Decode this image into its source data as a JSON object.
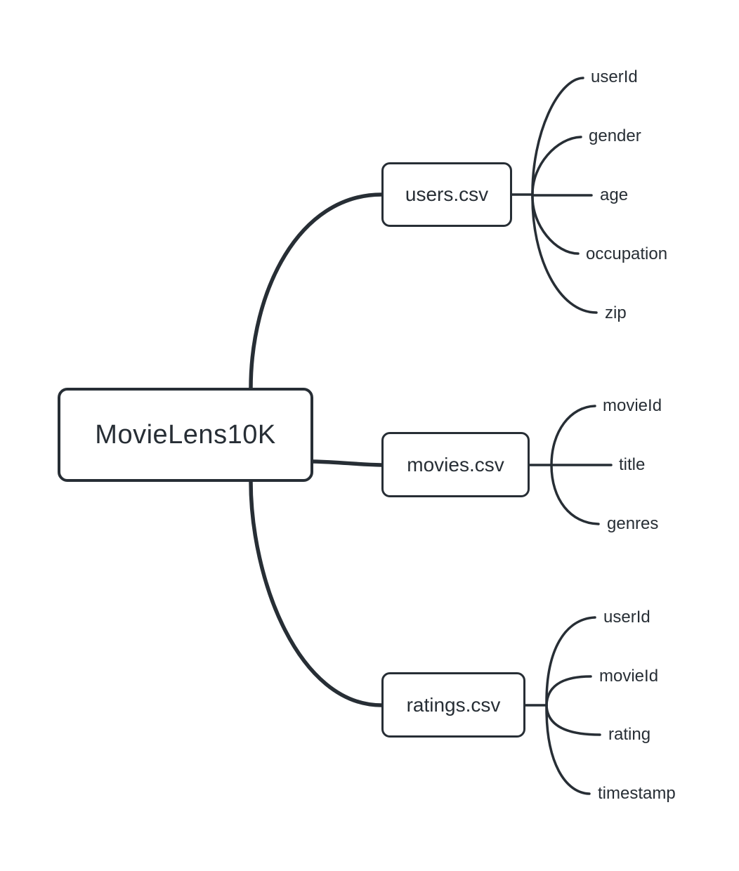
{
  "diagram": {
    "type": "mindmap",
    "colors": {
      "stroke": "#272e35",
      "text": "#272e35",
      "background": "#ffffff",
      "node_fill": "#ffffff"
    },
    "root": {
      "label": "MovieLens10K"
    },
    "files": [
      {
        "label": "users.csv",
        "fields": [
          "userId",
          "gender",
          "age",
          "occupation",
          "zip"
        ]
      },
      {
        "label": "movies.csv",
        "fields": [
          "movieId",
          "title",
          "genres"
        ]
      },
      {
        "label": "ratings.csv",
        "fields": [
          "userId",
          "movieId",
          "rating",
          "timestamp"
        ]
      }
    ]
  }
}
